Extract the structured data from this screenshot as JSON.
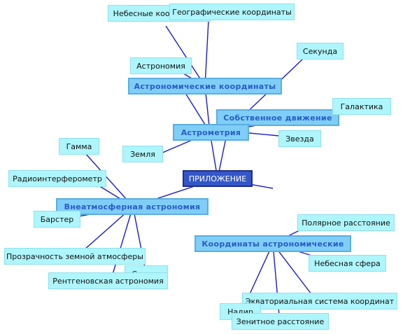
{
  "root": "ПРИЛОЖЕНИЕ",
  "categories": {
    "astro_coords": "Астрономические координаты",
    "proper_motion": "Собственное движение",
    "astrometry": "Астрометрия",
    "extra_atmo": "Внеатмосферная астрономия",
    "coords_astro": "Координаты астрономические"
  },
  "leaves": {
    "celestial_coords": "Небесные координаты",
    "geo_coords": "Географические координаты",
    "astronomy": "Астрономия",
    "second": "Секунда",
    "galaxy": "Галактика",
    "star": "Звезда",
    "earth": "Земля",
    "gamma": "Гамма",
    "radio_interferometer": "Радиоинтерферометр",
    "burster": "Барстер",
    "transparency": "Прозрачность земной атмосферы",
    "saturn": "Сатурн",
    "xray": "Рентгеновская астрономия",
    "polar_distance": "Полярное расстояние",
    "celestial_sphere": "Небесная сфера",
    "equatorial": "Экваториальная система координат",
    "nadir": "Надир",
    "zenith_distance": "Зенитное расстояние"
  },
  "colors": {
    "root_fill": "#3457c8",
    "category_fill": "#7fcef8",
    "leaf_fill": "#aef6fc",
    "line": "#1a1ad0"
  }
}
